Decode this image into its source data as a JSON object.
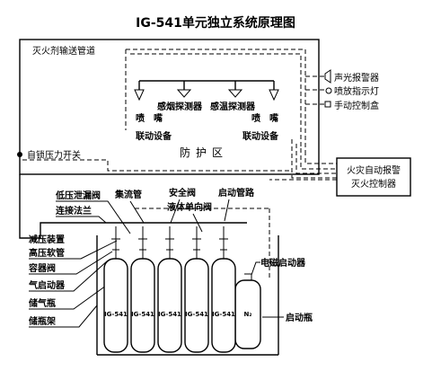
{
  "title": "IG-541单元独立系统原理图",
  "labels": {
    "pipeline": "灭火剂输送管道",
    "smoke_detector": "感烟探测器",
    "heat_detector": "感温探测器",
    "nozzle_left": "喷　嘴",
    "nozzle_right": "喷　嘴",
    "linkage_left": "联动设备",
    "linkage_right": "联动设备",
    "protected_zone": "防护区",
    "alarm": "声光报警器",
    "spray_light": "喷放指示灯",
    "manual_box": "手动控制盒",
    "self_lock_switch": "自锁压力开关",
    "controller_line1": "火灾自动报警",
    "controller_line2": "灭火控制器",
    "low_leak_valve": "低压泄漏阀",
    "connect_flange": "连接法兰",
    "collector_pipe": "集流管",
    "safety_valve": "安全阀",
    "start_pipe": "启动管路",
    "check_valve": "液体单向阀",
    "pressure_reducer": "减压装置",
    "hp_hose": "高压软管",
    "container_valve": "容器阀",
    "pneumatic_actuator": "气启动器",
    "storage_cylinder": "储气瓶",
    "cylinder_rack": "储瓶架",
    "solenoid_actuator": "电磁启动器",
    "start_cylinder": "启动瓶"
  },
  "cylinders": [
    "IG-541",
    "IG-541",
    "IG-541",
    "IG-541",
    "IG-541"
  ],
  "start_cylinder_label": "N₂"
}
